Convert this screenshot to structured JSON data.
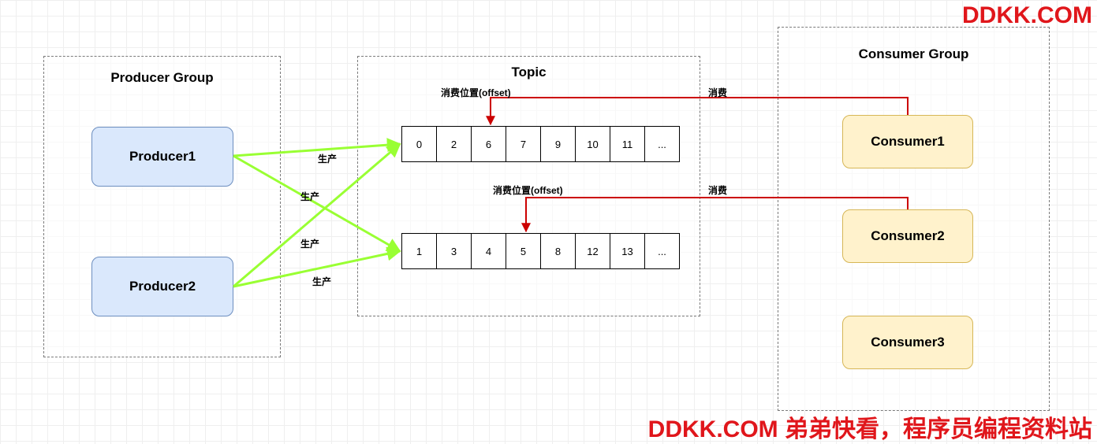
{
  "producer_group": {
    "title": "Producer Group",
    "producers": [
      "Producer1",
      "Producer2"
    ]
  },
  "topic": {
    "title": "Topic",
    "queue1": [
      "0",
      "2",
      "6",
      "7",
      "9",
      "10",
      "11",
      "..."
    ],
    "queue2": [
      "1",
      "3",
      "4",
      "5",
      "8",
      "12",
      "13",
      "..."
    ],
    "offset_label_1": "消费位置(offset)",
    "offset_label_2": "消费位置(offset)"
  },
  "consumer_group": {
    "title": "Consumer Group",
    "consumers": [
      "Consumer1",
      "Consumer2",
      "Consumer3"
    ]
  },
  "edge_labels": {
    "produce_1": "生产",
    "produce_2": "生产",
    "produce_3": "生产",
    "produce_4": "生产",
    "consume_1": "消费",
    "consume_2": "消费"
  },
  "colors": {
    "produce_arrow": "#99ff33",
    "consume_arrow": "#cc0000",
    "producer_fill": "#dae8fc",
    "consumer_fill": "#fff2cc",
    "watermark": "#e0161b"
  },
  "watermark": {
    "top": "DDKK.COM",
    "bottom": "DDKK.COM 弟弟快看，程序员编程资料站"
  }
}
